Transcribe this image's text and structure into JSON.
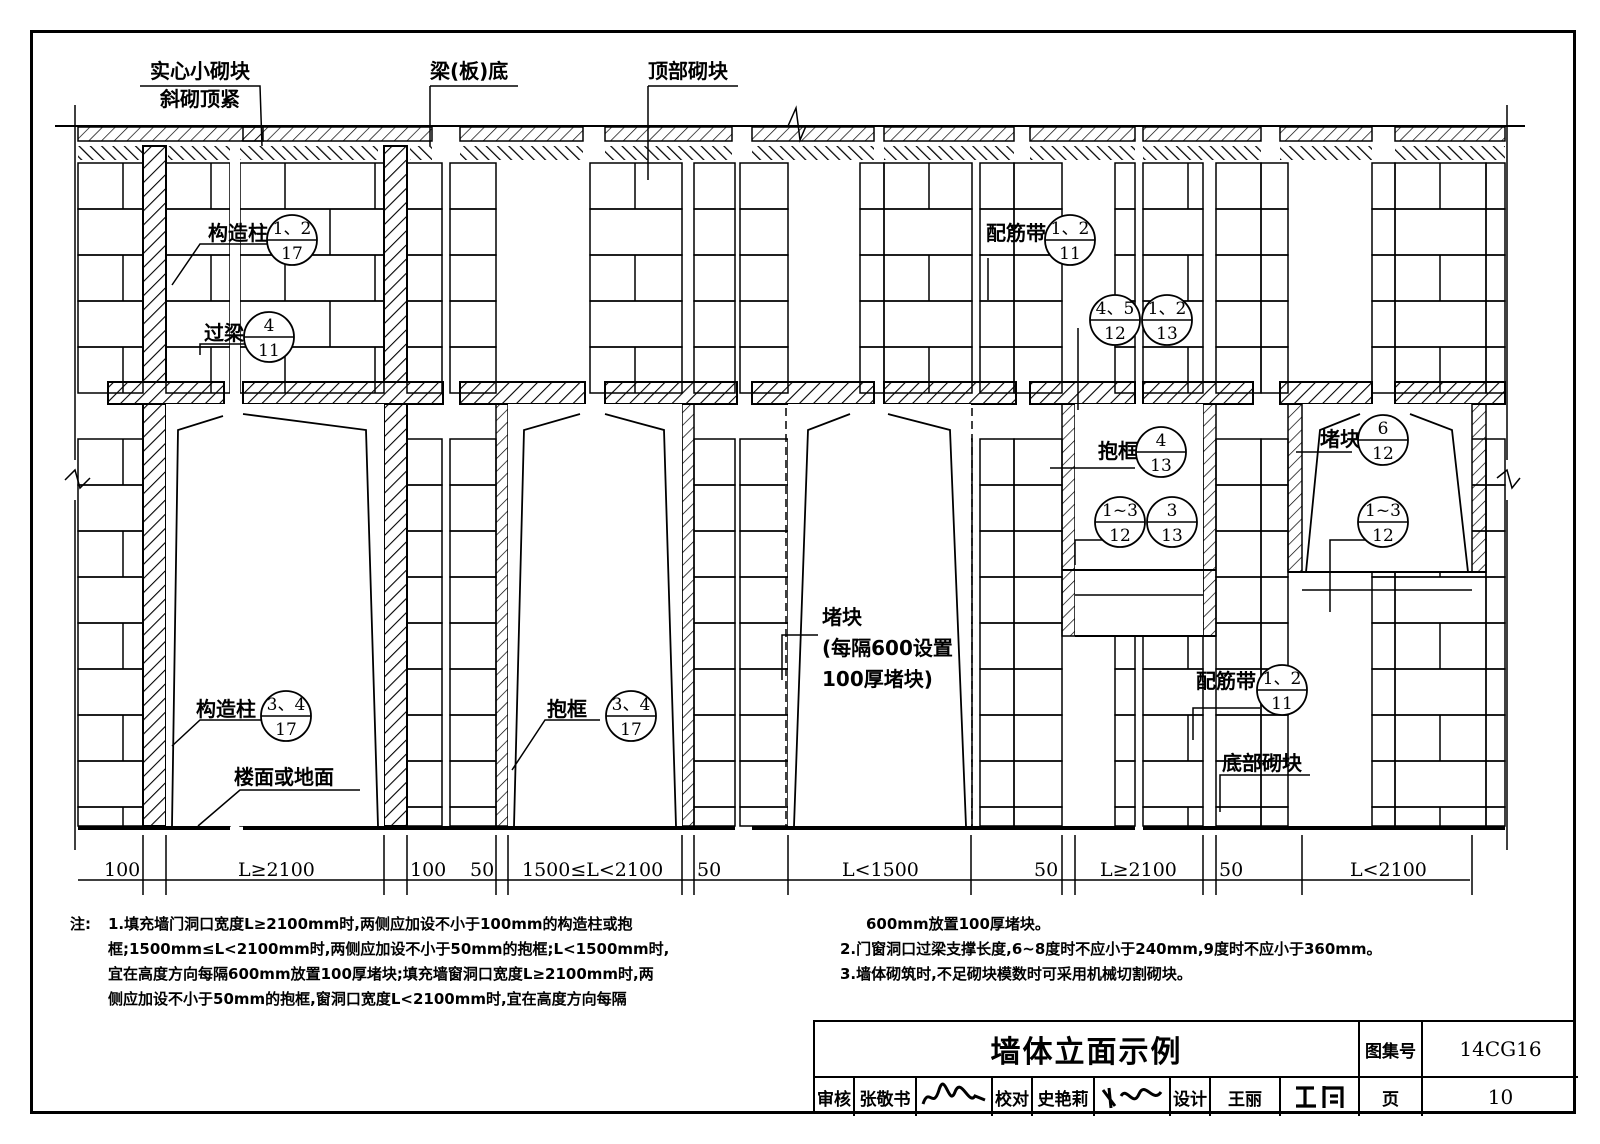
{
  "labels": {
    "solid_small_block": "实心小砌块",
    "oblique_tight": "斜砌顶紧",
    "beam_bottom": "梁(板)底",
    "top_block": "顶部砌块",
    "structural_column_top": "构造柱",
    "lintel": "过梁",
    "rebar_band_top": "配筋带",
    "frame_4_13": "抱框",
    "plug_block_window": "堵块",
    "plug_block_door_l1": "堵块",
    "plug_block_door_l2": "(每隔600设置",
    "plug_block_door_l3": "100厚堵块)",
    "structural_column_bottom": "构造柱",
    "frame_bottom": "抱框",
    "floor_or_ground": "楼面或地面",
    "rebar_band_bottom": "配筋带",
    "bottom_block": "底部砌块"
  },
  "callouts": {
    "c_col_top": {
      "top": "1、2",
      "bottom": "17"
    },
    "c_lintel": {
      "top": "4",
      "bottom": "11"
    },
    "c_rebar_top": {
      "top": "1、2",
      "bottom": "11"
    },
    "c_45_12": {
      "top": "4、5",
      "bottom": "12"
    },
    "c_12_13": {
      "top": "1、2",
      "bottom": "13"
    },
    "c_frame_4_13": {
      "top": "4",
      "bottom": "13"
    },
    "c_13_12": {
      "top": "1~3",
      "bottom": "12"
    },
    "c_3_13": {
      "top": "3",
      "bottom": "13"
    },
    "c_plug_6_12": {
      "top": "6",
      "bottom": "12"
    },
    "c_13_12_b": {
      "top": "1~3",
      "bottom": "12"
    },
    "c_col_bottom": {
      "top": "3、4",
      "bottom": "17"
    },
    "c_frame_bottom": {
      "top": "3、4",
      "bottom": "17"
    },
    "c_rebar_bottom": {
      "top": "1、2",
      "bottom": "11"
    }
  },
  "dimensions": {
    "d1_left": "100",
    "d1_main": "L≥2100",
    "d1_right": "100",
    "d2_left": "50",
    "d2_main": "1500≤L<2100",
    "d2_right": "50",
    "d3_main": "L<1500",
    "d4_left": "50",
    "d4_main": "L≥2100",
    "d4_right": "50",
    "d5_main": "L<2100"
  },
  "notes": {
    "head": "注:",
    "n1_a": "1.填充墙门洞口宽度L≥2100mm时,两侧应加设不小于100mm的构造柱或抱",
    "n1_b": "框;1500mm≤L<2100mm时,两侧应加设不小于50mm的抱框;L<1500mm时,",
    "n1_c": "宜在高度方向每隔600mm放置100厚堵块;填充墙窗洞口宽度L≥2100mm时,两",
    "n1_d": "侧应加设不小于50mm的抱框,窗洞口宽度L<2100mm时,宜在高度方向每隔",
    "n1_e": "600mm放置100厚堵块。",
    "n2": "2.门窗洞口过梁支撑长度,6~8度时不应小于240mm,9度时不应小于360mm。",
    "n3": "3.墙体砌筑时,不足砌块模数时可采用机械切割砌块。"
  },
  "titleblock": {
    "title": "墙体立面示例",
    "atlas_label": "图集号",
    "atlas_no": "14CG16",
    "review_label": "审核",
    "reviewer": "张敬书",
    "reviewer_sig": "张敬书",
    "check_label": "校对",
    "checker": "史艳莉",
    "checker_sig": "史艳莉",
    "design_label": "设计",
    "designer": "王丽",
    "designer_sig": "王丽",
    "page_label": "页",
    "page_no": "10"
  }
}
